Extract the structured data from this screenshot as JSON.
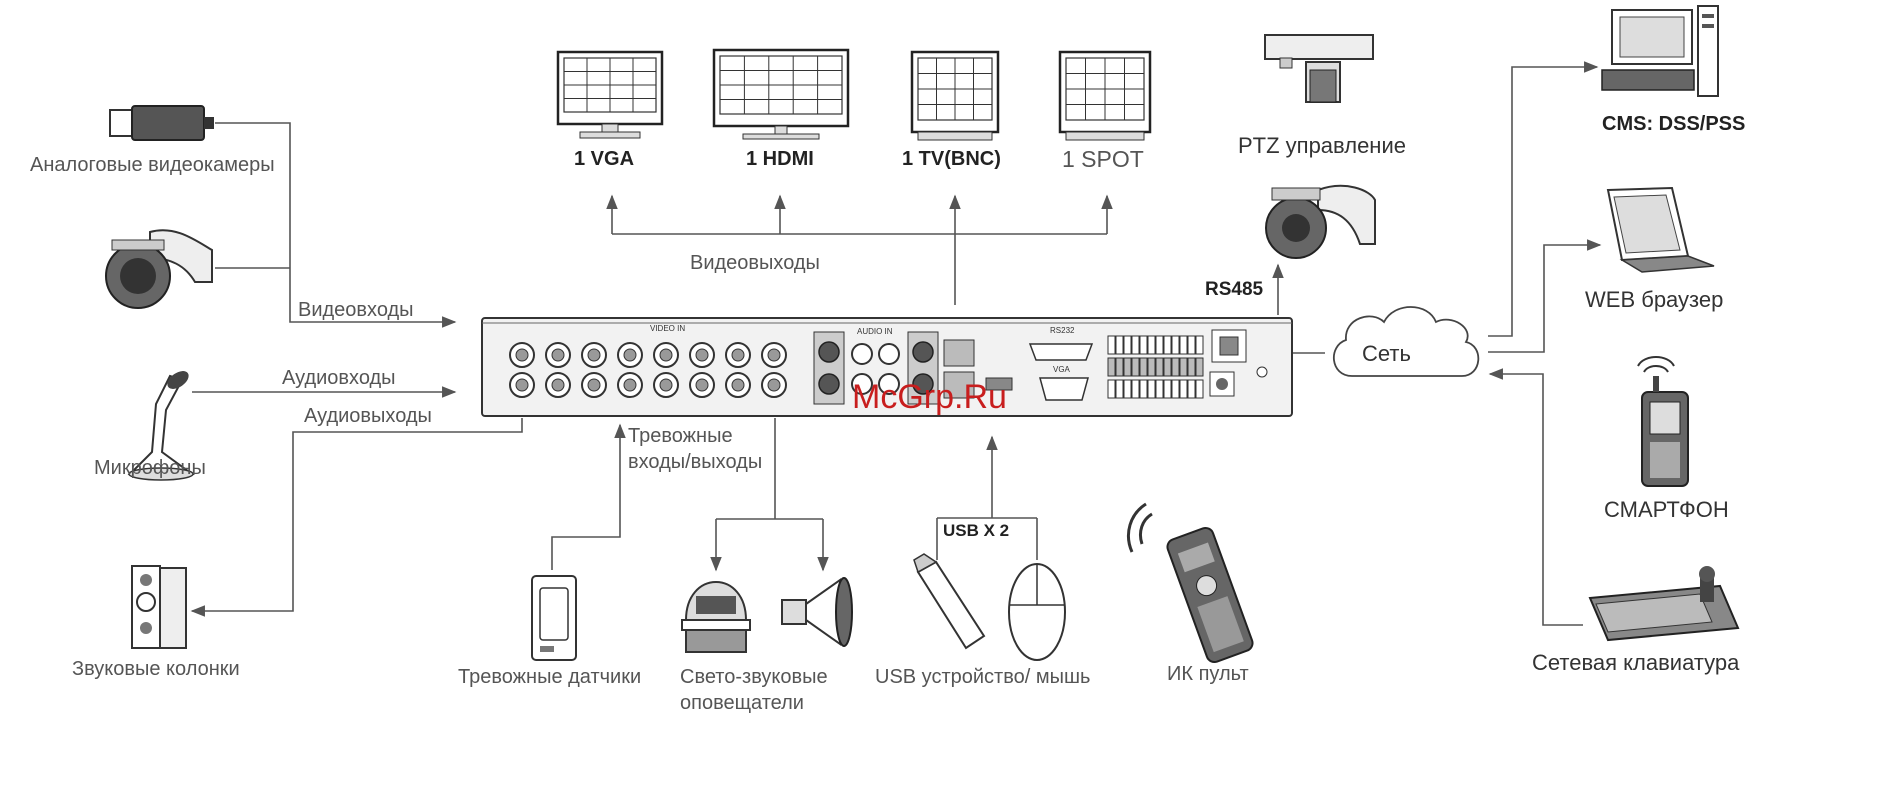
{
  "watermark": "McGrp.Ru",
  "labels": {
    "analog_cameras": "Аналоговые видеокамеры",
    "video_inputs": "Видеовходы",
    "audio_inputs": "Аудиовходы",
    "audio_outputs": "Аудиовыходы",
    "microphones": "Микрофоны",
    "speakers": "Звуковые колонки",
    "video_outputs": "Видеовыходы",
    "out_vga": "1 VGA",
    "out_hdmi": "1 HDMI",
    "out_tv": "1 TV(BNC)",
    "out_spot": "1 SPOT",
    "ptz_control": "PTZ управление",
    "rs485": "RS485",
    "alarm_io_1": "Тревожные",
    "alarm_io_2": "входы/выходы",
    "alarm_sensors": "Тревожные датчики",
    "sirens_1": "Свето-звуковые",
    "sirens_2": "оповещатели",
    "usb_x2": "USB X 2",
    "usb_device": "USB устройство/ мышь",
    "ir_remote": "ИК пульт",
    "network": "Сеть",
    "cms": "CMS: DSS/PSS",
    "web_browser": "WEB браузер",
    "smartphone": "СМАРТФОН",
    "network_keyboard": "Сетевая клавиатура"
  },
  "panel_text": {
    "video_in": "VIDEO IN",
    "audio_in": "AUDIO IN",
    "vga": "VGA",
    "rs232": "RS232"
  },
  "colors": {
    "line": "#555555",
    "text": "#555555",
    "watermark": "#c81e1e"
  }
}
